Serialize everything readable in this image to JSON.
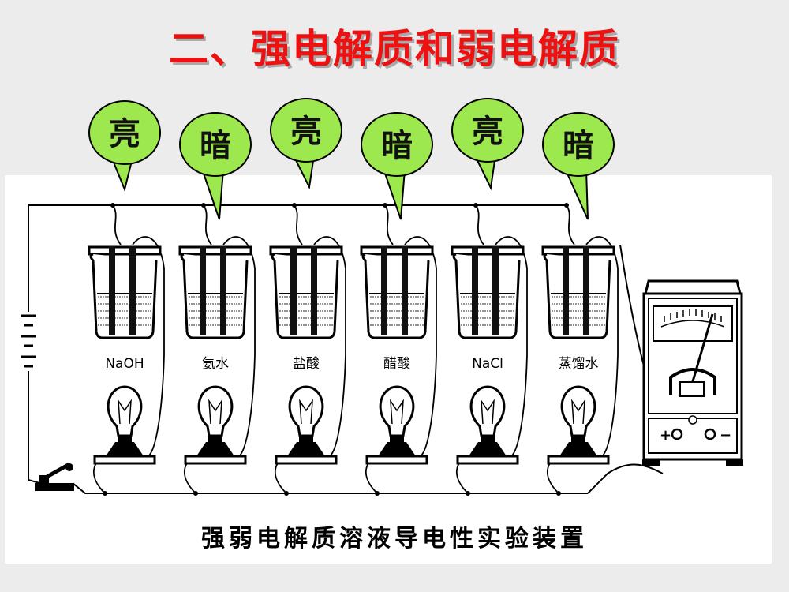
{
  "title": "二、强电解质和弱电解质",
  "bubble_fill": "#9ee84f",
  "title_color": "#ee1111",
  "bubbles": [
    {
      "label": "亮",
      "state": "bright"
    },
    {
      "label": "暗",
      "state": "dim"
    },
    {
      "label": "亮",
      "state": "bright"
    },
    {
      "label": "暗",
      "state": "dim"
    },
    {
      "label": "亮",
      "state": "bright"
    },
    {
      "label": "暗",
      "state": "dim"
    }
  ],
  "solutions": [
    "NaOH",
    "氨水",
    "盐酸",
    "醋酸",
    "NaCl",
    "蒸馏水"
  ],
  "caption": "强弱电解质溶液导电性实验装置",
  "meter": {
    "plus": "+",
    "minus": "−"
  }
}
